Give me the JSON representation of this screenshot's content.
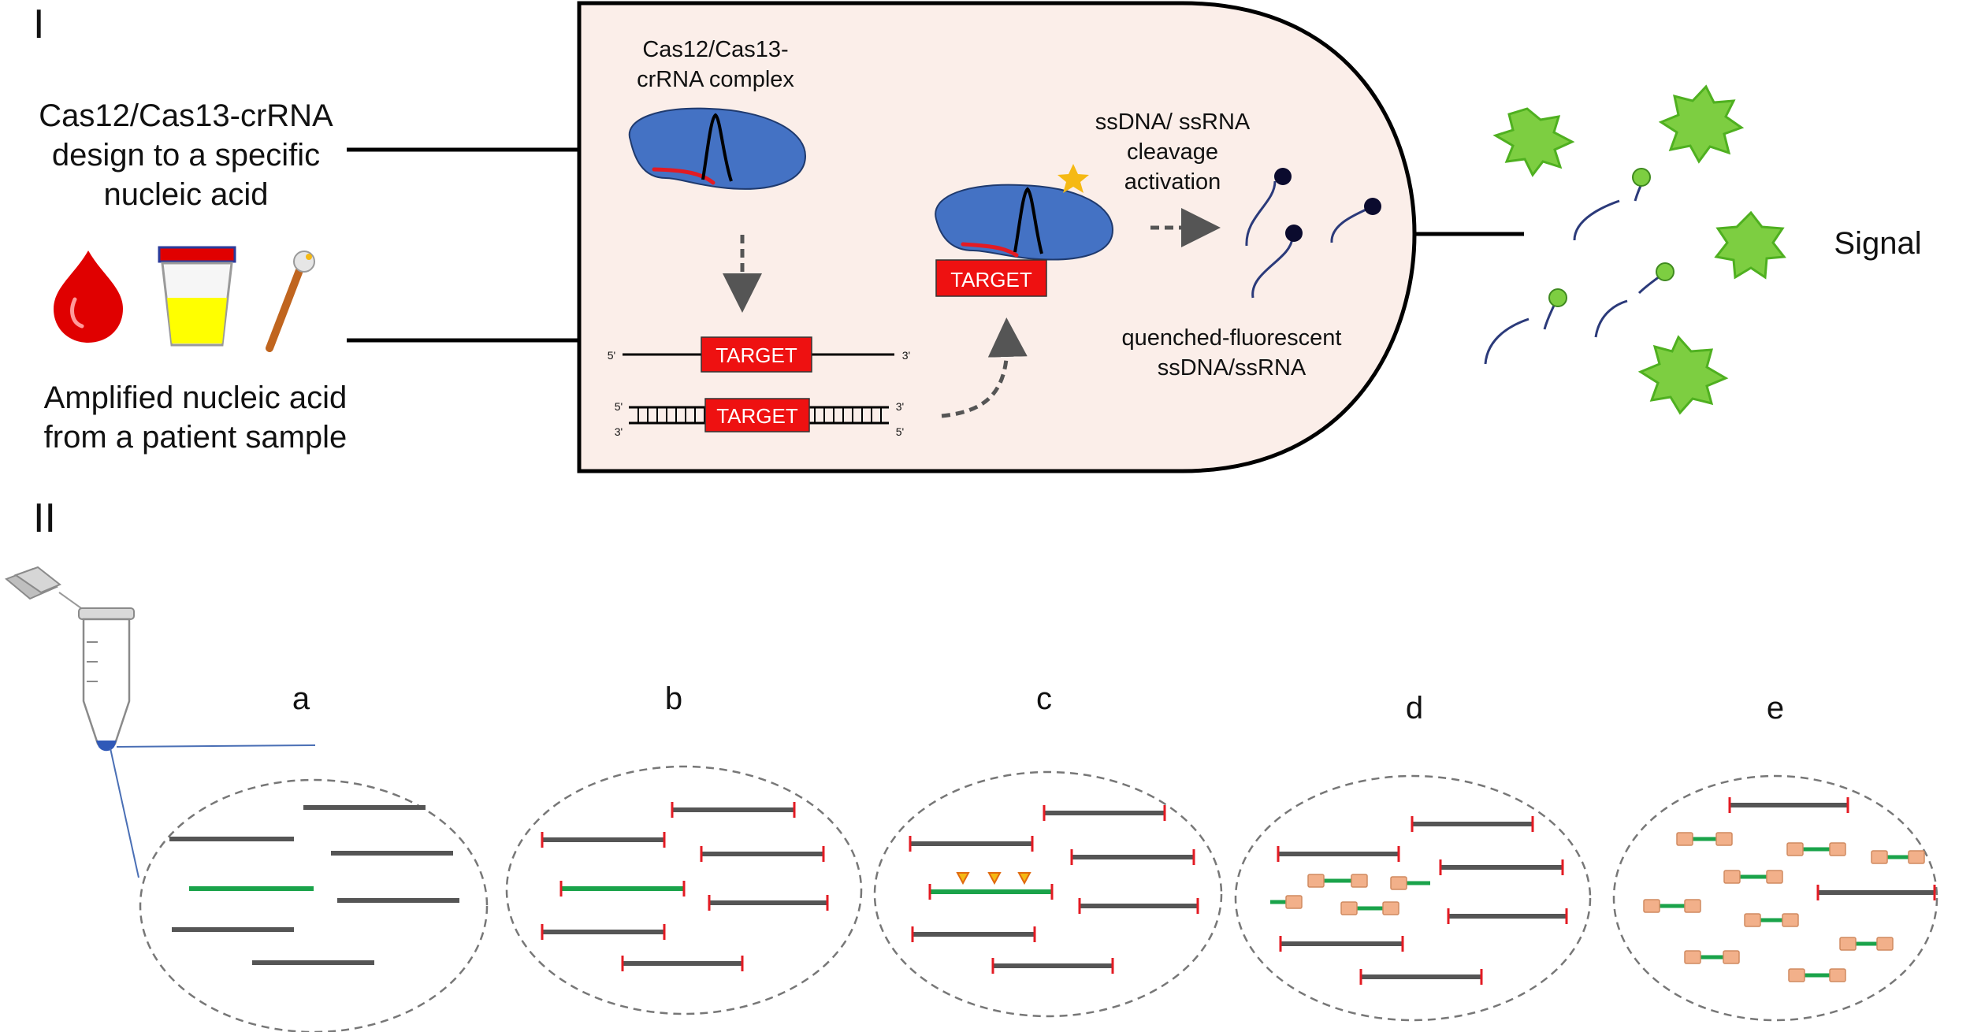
{
  "panel_I": {
    "label": "I",
    "left_text": {
      "design_lines": [
        "Cas12/Cas13-crRNA",
        "design to a specific",
        "nucleic acid"
      ],
      "sample_lines": [
        "Amplified nucleic acid",
        "from a patient sample"
      ]
    },
    "complex_lines": [
      "Cas12/Cas13-",
      "crRNA complex"
    ],
    "target_label": "TARGET",
    "strand_marks": {
      "five": "5'",
      "three": "3'"
    },
    "activation_lines": [
      "ssDNA/ ssRNA",
      "cleavage",
      "activation"
    ],
    "reporter_lines": [
      "quenched-fluorescent",
      "ssDNA/ssRNA"
    ],
    "signal_label": "Signal"
  },
  "panel_II": {
    "label": "II",
    "sub_labels": [
      "a",
      "b",
      "c",
      "d",
      "e"
    ]
  },
  "colors": {
    "cas_blue": "#4472c4",
    "target_red": "#ee1111",
    "crrna_red": "#e31b23",
    "reaction_bg": "#fbeee9",
    "fluor_green": "#7dce41",
    "target_green": "#1aa34a",
    "fragment_orange": "#f2b08a",
    "strand_gray": "#555555",
    "blood_red": "#e00000",
    "urine_yellow": "#ffff00",
    "swab_brown": "#c0651f",
    "star_gold": "#f5b914"
  }
}
